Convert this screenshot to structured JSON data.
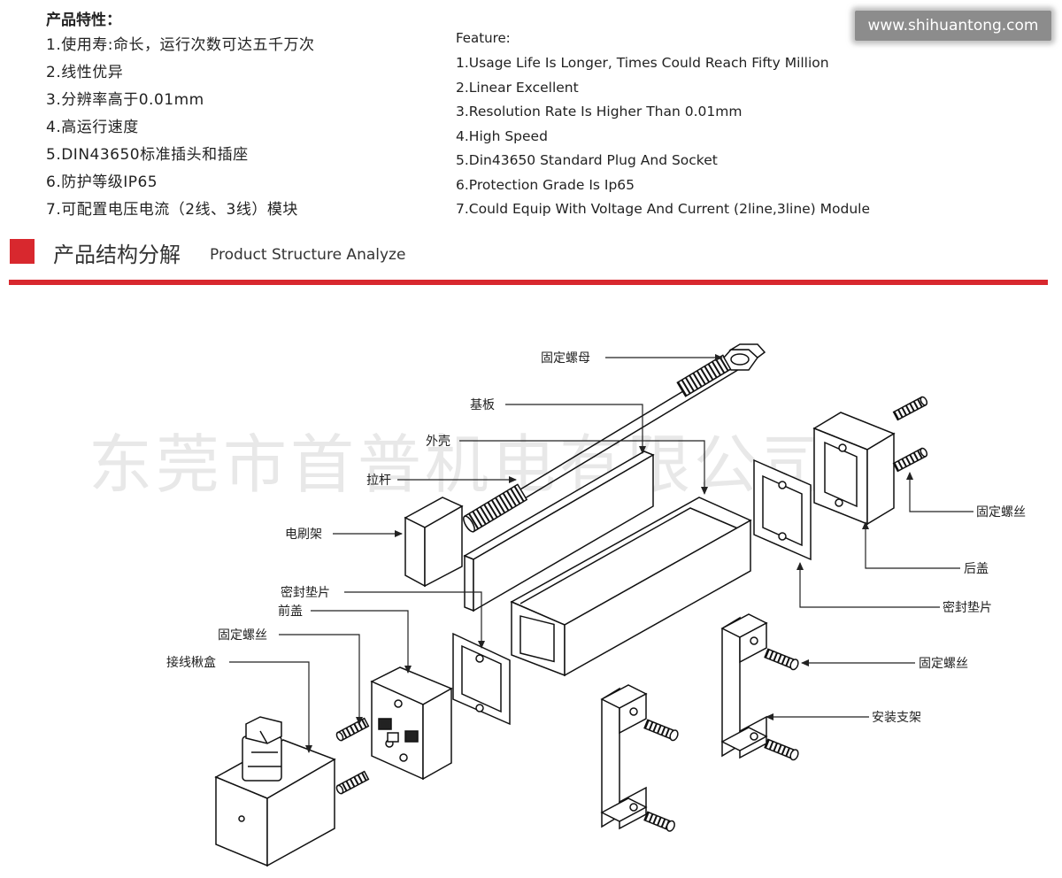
{
  "features_cn": {
    "title": "产品特性：",
    "items": [
      "1.使用寿:命长，运行次数可达五千万次",
      "2.线性优异",
      "3.分辨率高于0.01mm",
      "4.高运行速度",
      "5.DIN43650标准插头和插座",
      "6.防护等级IP65",
      "7.可配置电压电流（2线、3线）模块"
    ]
  },
  "features_en": {
    "title": "Feature:",
    "items": [
      "1.Usage Life Is Longer, Times Could Reach Fifty Million",
      "2.Linear Excellent",
      "3.Resolution Rate Is Higher Than 0.01mm",
      "4.High Speed",
      "5.Din43650 Standard Plug And Socket",
      "6.Protection Grade Is Ip65",
      "7.Could Equip With Voltage And Current (2line,3line) Module"
    ]
  },
  "watermark_url": "www.shihuantong.com",
  "section": {
    "title_cn": "产品结构分解",
    "title_en": "Product Structure Analyze",
    "accent_color": "#d8282e"
  },
  "diagram": {
    "watermark": "东莞市首普机电有限公司",
    "labels": {
      "nut": "固定螺母",
      "base_plate": "基板",
      "housing": "外壳",
      "pull_rod": "拉杆",
      "brush_holder": "电刷架",
      "seal_front": "密封垫片",
      "front_cover": "前盖",
      "screw_front": "固定螺丝",
      "junction_box": "接线楸盒",
      "screw_top_right": "固定螺丝",
      "rear_cover": "后盖",
      "seal_rear": "密封垫片",
      "screw_bracket": "固定螺丝",
      "bracket": "安装支架"
    }
  }
}
